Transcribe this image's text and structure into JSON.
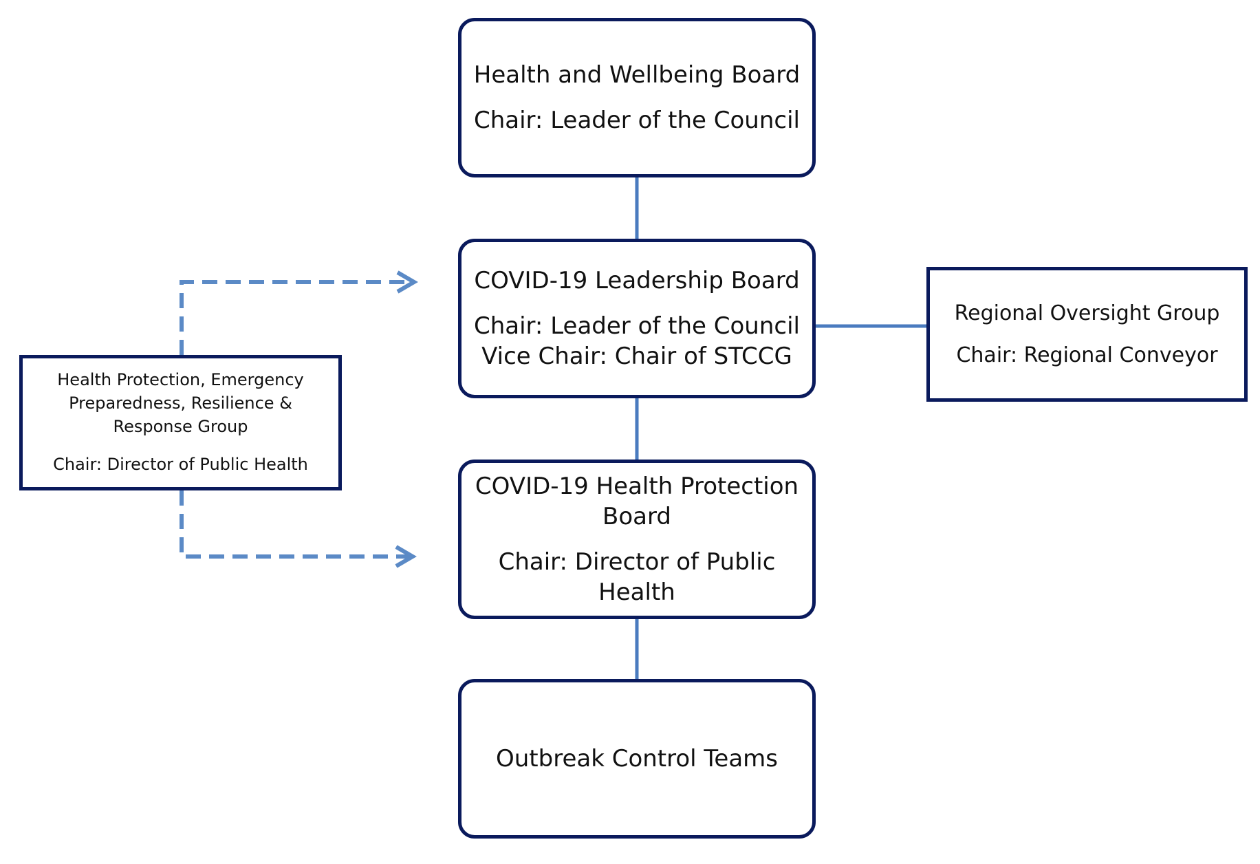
{
  "colors": {
    "box_border": "#0a1a5c",
    "connector": "#4a7bbf",
    "dashed_connector": "#5b8ac6",
    "background": "#ffffff"
  },
  "nodes": {
    "health_wellbeing_board": {
      "title": "Health and Wellbeing Board",
      "chair": "Chair: Leader of the Council"
    },
    "covid_leadership_board": {
      "title": "COVID-19 Leadership Board",
      "chair": "Chair: Leader of the Council",
      "vice_chair": "Vice Chair: Chair of STCCG"
    },
    "covid_health_protection_board": {
      "title_line1": "COVID-19 Health Protection",
      "title_line2": "Board",
      "chair_line1": "Chair: Director of Public",
      "chair_line2": "Health"
    },
    "outbreak_control_teams": {
      "title": "Outbreak Control Teams"
    },
    "regional_oversight_group": {
      "title": "Regional Oversight Group",
      "chair": "Chair: Regional Conveyor"
    },
    "health_protection_group": {
      "title_line1": "Health Protection, Emergency",
      "title_line2": "Preparedness, Resilience &",
      "title_line3": "Response Group",
      "chair": "Chair: Director of Public Health"
    }
  },
  "edges": [
    {
      "from": "Health and Wellbeing Board",
      "to": "COVID-19 Leadership Board",
      "style": "solid"
    },
    {
      "from": "COVID-19 Leadership Board",
      "to": "COVID-19 Health Protection Board",
      "style": "solid"
    },
    {
      "from": "COVID-19 Health Protection Board",
      "to": "Outbreak Control Teams",
      "style": "solid"
    },
    {
      "from": "COVID-19 Leadership Board",
      "to": "Regional Oversight Group",
      "style": "solid"
    },
    {
      "from": "Health Protection, Emergency Preparedness, Resilience & Response Group",
      "to": "COVID-19 Leadership Board",
      "style": "dashed-arrow"
    },
    {
      "from": "Health Protection, Emergency Preparedness, Resilience & Response Group",
      "to": "COVID-19 Health Protection Board",
      "style": "dashed-arrow"
    }
  ]
}
